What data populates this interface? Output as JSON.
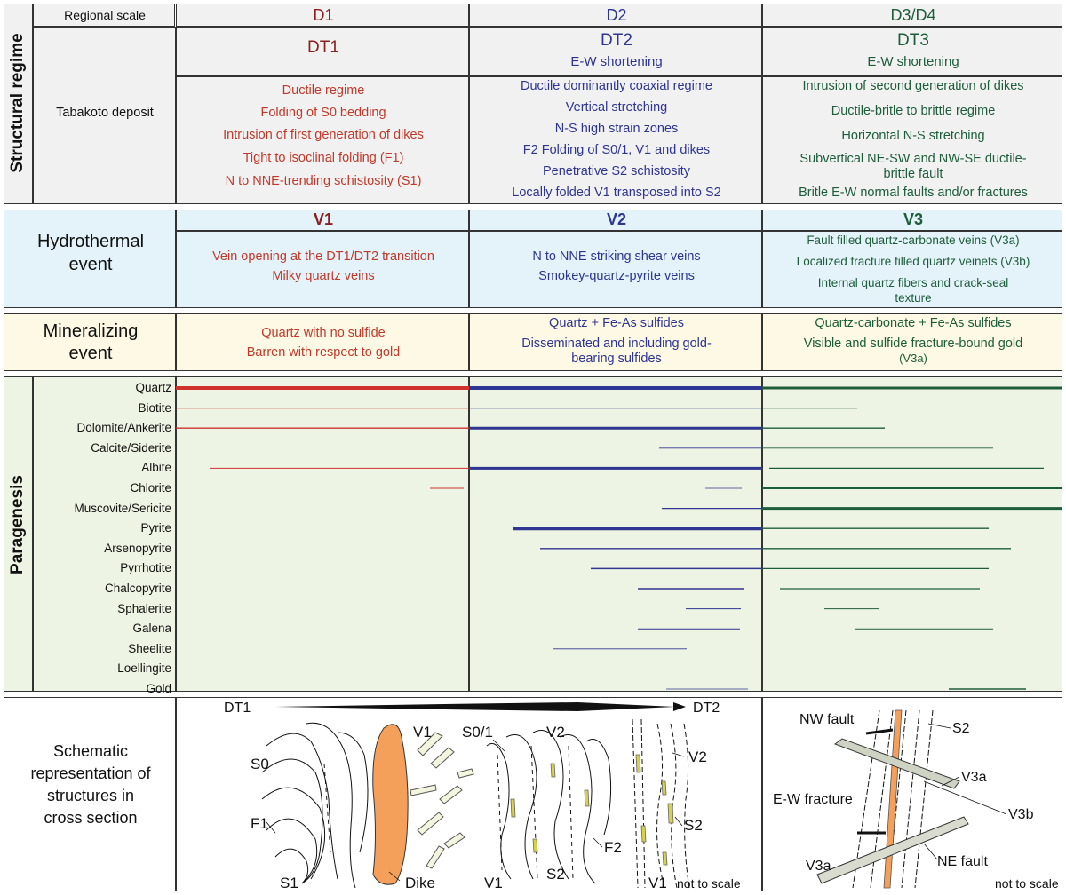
{
  "header": {
    "regional_scale": "Regional scale",
    "d1": "D1",
    "d2": "D2",
    "d34": "D3/D4"
  },
  "structural": {
    "label": "Structural regime",
    "deposit": "Tabakoto deposit",
    "dt1_title": "DT1",
    "dt2_title": "DT2",
    "dt2_sub": "E-W shortening",
    "dt3_title": "DT3",
    "dt3_sub": "E-W shortening",
    "dt1_lines": [
      "Ductile regime",
      "Folding of S0 bedding",
      "Intrusion of first generation of dikes",
      "Tight to isoclinal folding (F1)",
      "N to NNE-trending schistosity (S1)"
    ],
    "dt2_lines": [
      "Ductile dominantly coaxial regime",
      "Vertical stretching",
      "N-S high strain zones",
      "F2 Folding of S0/1, V1 and dikes",
      "Penetrative S2 schistosity",
      "Locally folded V1 transposed into S2"
    ],
    "dt3_lines": [
      "Intrusion of second generation of dikes",
      "Ductile-britle to brittle regime",
      "Horizontal N-S stretching",
      "Subvertical NE-SW and NW-SE ductile-",
      "brittle fault",
      "Britle E-W normal faults and/or fractures"
    ]
  },
  "hydro": {
    "label1": "Hydrothermal",
    "label2": "event",
    "v1": "V1",
    "v2": "V2",
    "v3": "V3",
    "v1_lines": [
      "Vein opening at the DT1/DT2 transition",
      "Milky quartz veins"
    ],
    "v2_lines": [
      "N to NNE striking shear veins",
      "Smokey-quartz-pyrite veins"
    ],
    "v3_lines": [
      "Fault filled quartz-carbonate veins (V3a)",
      "Localized fracture filled quartz veinets (V3b)",
      "Internal quartz fibers and crack-seal",
      "texture"
    ]
  },
  "mineral": {
    "label1": "Mineralizing",
    "label2": "event",
    "c1": [
      "Quartz with no sulfide",
      "Barren with respect to gold"
    ],
    "c2": [
      "Quartz + Fe-As sulfides",
      "Disseminated and including gold-",
      "bearing sulfides"
    ],
    "c3": [
      "Quartz-carbonate + Fe-As sulfides",
      "Visible and sulfide fracture-bound gold",
      "(V3a)"
    ]
  },
  "paragenesis": {
    "label": "Paragenesis",
    "minerals": [
      "Quartz",
      "Biotite",
      "Dolomite/Ankerite",
      "Calcite/Siderite",
      "Albite",
      "Chlorite",
      "Muscovite/Sericite",
      "Pyrite",
      "Arsenopyrite",
      "Pyrrhotite",
      "Chalcopyrite",
      "Sphalerite",
      "Galena",
      "Sheelite",
      "Loellingite",
      "Gold"
    ]
  },
  "schematic": {
    "label": [
      "Schematic",
      "representation of",
      "structures in",
      "cross section"
    ],
    "arrow_start": "DT1",
    "arrow_end": "DT2",
    "labels": {
      "s0": "S0",
      "f1": "F1",
      "s1": "S1",
      "dike": "Dike",
      "v1": "V1",
      "s01": "S0/1",
      "v2": "V2",
      "f2": "F2",
      "s2": "S2",
      "v2b": "V2",
      "s2b": "S2",
      "v1b": "V1",
      "nts1": "not to scale"
    },
    "right_labels": {
      "nw": "NW fault",
      "s2": "S2",
      "v3a": "V3a",
      "ew": "E-W fracture",
      "v3b": "V3b",
      "ne": "NE fault",
      "v3a2": "V3a",
      "nts2": "not to scale"
    }
  },
  "colors": {
    "d1": "#d0312d",
    "d2": "#2e3592",
    "d3": "#1d5d3a"
  }
}
